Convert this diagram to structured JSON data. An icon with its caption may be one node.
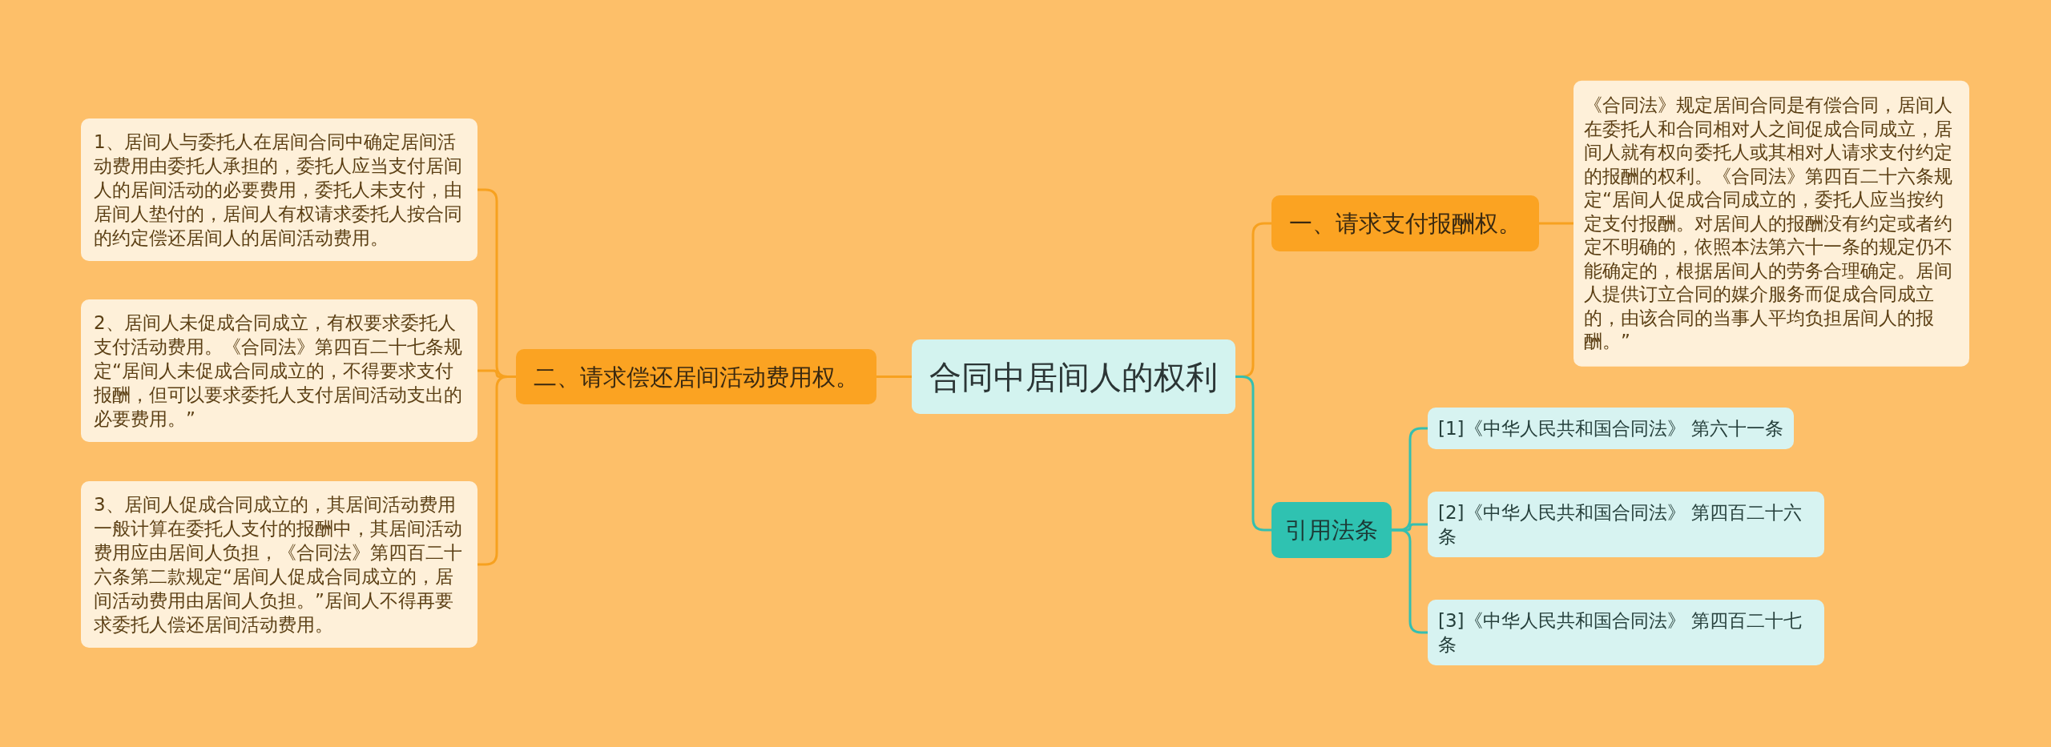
{
  "diagram": {
    "nodes": [
      {
        "text": [
          "合同中居间人的权利"
        ]
      },
      {
        "text": [
          "二、请求偿还居间活动费用权。"
        ]
      },
      {
        "text": [
          "1、居间人与委托人在居间合同中确定居间活动费用由委托人承担的，委托人应当支付居间人的居间活动的必要费用，委托人未支付，由居间人垫付的，居间人有权请求委托人按合同的约定偿还居间人的居间活动费用。"
        ]
      },
      {
        "text": [
          "2、居间人未促成合同成立，有权要求委托人支付活动费用。《合同法》第四百二十七条规定“居间人未促成合同成立的，不得要求支付报酬，但可以要求委托人支付居间活动支出的必要费用。”"
        ]
      },
      {
        "text": [
          "3、居间人促成合同成立的，其居间活动费用一般计算在委托人支付的报酬中，其居间活动费用应由居间人负担，《合同法》第四百二十六条第二款规定“居间人促成合同成立的，居间活动费用由居间人负担。”居间人不得再要求委托人偿还居间活动费用。"
        ]
      },
      {
        "text": [
          "一、请求支付报酬权。"
        ]
      },
      {
        "text": [
          "《合同法》规定居间合同是有偿合同，居间人在委托人和合同相对人之间促成合同成立，居间人就有权向委托人或其相对人请求支付约定的报酬的权利。《合同法》第四百二十六条规定“居间人促成合同成立的，委托人应当按约定支付报酬。对居间人的报酬没有约定或者约定不明确的，依照本法第六十一条的规定仍不能确定的，根据居间人的劳务合理确定。居间人提供订立合同的媒介服务而促成合同成立的，由该合同的当事人平均负担居间人的报酬。”"
        ]
      },
      {
        "text": [
          "引用法条"
        ]
      },
      {
        "text": [
          "[1]《中华人民共和国合同法》 第六十一条"
        ]
      },
      {
        "text": [
          "[2]《中华人民共和国合同法》 第四百二十六条"
        ]
      },
      {
        "text": [
          "[3]《中华人民共和国合同法》 第四百二十七条"
        ]
      }
    ],
    "edges": [
      {
        "from": 0,
        "to": 1,
        "arrow": "none"
      },
      {
        "from": 1,
        "to": 2,
        "arrow": "none"
      },
      {
        "from": 1,
        "to": 3,
        "arrow": "none"
      },
      {
        "from": 1,
        "to": 4,
        "arrow": "none"
      },
      {
        "from": 0,
        "to": 5,
        "arrow": "none"
      },
      {
        "from": 5,
        "to": 6,
        "arrow": "none"
      },
      {
        "from": 0,
        "to": 7,
        "arrow": "none",
        "color": "#35bfb0"
      },
      {
        "from": 7,
        "to": 8,
        "arrow": "none",
        "color": "#35bfb0"
      },
      {
        "from": 7,
        "to": 9,
        "arrow": "none",
        "color": "#35bfb0"
      },
      {
        "from": 7,
        "to": 10,
        "arrow": "none",
        "color": "#35bfb0"
      }
    ]
  }
}
